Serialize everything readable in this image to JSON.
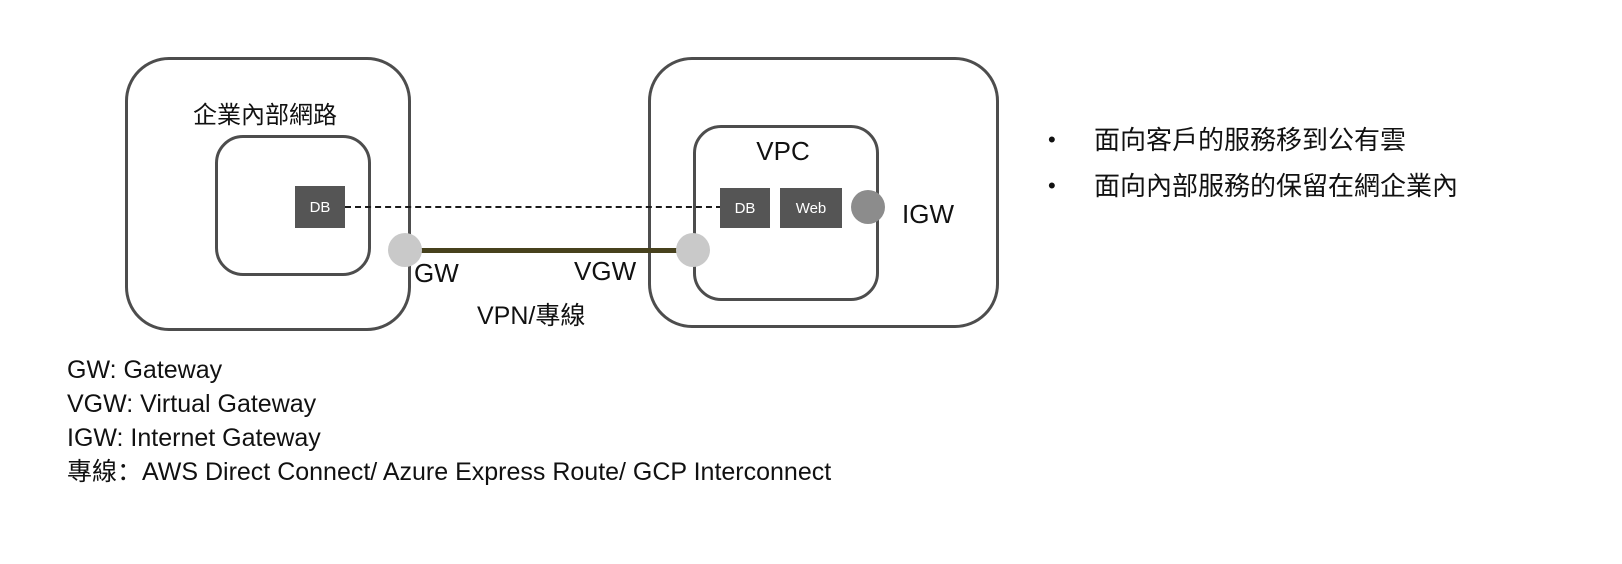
{
  "diagram": {
    "on_prem": {
      "title": "企業內部網路",
      "db_label": "DB",
      "gw_label": "GW"
    },
    "cloud": {
      "vpc_label": "VPC",
      "db_label": "DB",
      "web_label": "Web",
      "igw_label": "IGW",
      "vgw_label": "VGW"
    },
    "vpn_label": "VPN/專線"
  },
  "bullets": {
    "glyph": "•",
    "items": [
      "面向客戶的服務移到公有雲",
      "面向內部服務的保留在網企業內"
    ]
  },
  "legend": [
    "GW: Gateway",
    "VGW: Virtual Gateway",
    "IGW: Internet Gateway",
    "專線：AWS Direct Connect/ Azure Express Route/ GCP Interconnect"
  ],
  "colors": {
    "box_border": "#4d4d4d",
    "node_fill": "#555555",
    "gateway_circle": "#c9c9c9",
    "igw_circle": "#8c8c8c",
    "vpn_line": "#47411d",
    "dashed_line": "#1a1a1a"
  }
}
